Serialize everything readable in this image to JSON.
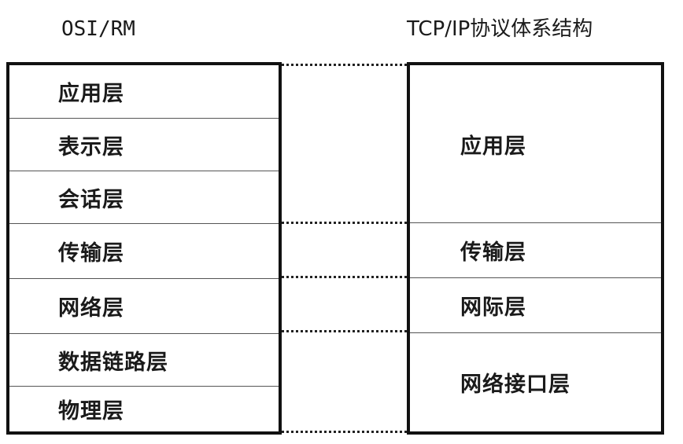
{
  "titles": {
    "left": "OSI/RM",
    "right": "TCP/IP协议体系结构"
  },
  "osi_layers": [
    "应用层",
    "表示层",
    "会话层",
    "传输层",
    "网络层",
    "数据链路层",
    "物理层"
  ],
  "tcpip_layers": [
    "应用层",
    "传输层",
    "网际层",
    "网络接口层"
  ]
}
